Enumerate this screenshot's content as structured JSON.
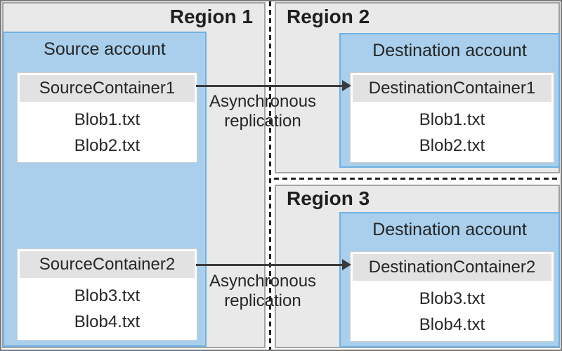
{
  "regions": [
    {
      "label": "Region 1",
      "account": {
        "label": "Source account",
        "containers": [
          {
            "name": "SourceContainer1",
            "blobs": [
              "Blob1.txt",
              "Blob2.txt"
            ]
          },
          {
            "name": "SourceContainer2",
            "blobs": [
              "Blob3.txt",
              "Blob4.txt"
            ]
          }
        ]
      }
    },
    {
      "label": "Region 2",
      "account": {
        "label": "Destination account",
        "containers": [
          {
            "name": "DestinationContainer1",
            "blobs": [
              "Blob1.txt",
              "Blob2.txt"
            ]
          }
        ]
      }
    },
    {
      "label": "Region 3",
      "account": {
        "label": "Destination account",
        "containers": [
          {
            "name": "DestinationContainer2",
            "blobs": [
              "Blob3.txt",
              "Blob4.txt"
            ]
          }
        ]
      }
    }
  ],
  "arrows": [
    {
      "from": "SourceContainer1",
      "to": "DestinationContainer1",
      "label_line1": "Asynchronous",
      "label_line2": "replication"
    },
    {
      "from": "SourceContainer2",
      "to": "DestinationContainer2",
      "label_line1": "Asynchronous",
      "label_line2": "replication"
    }
  ],
  "colors": {
    "region_fill": "#e9e9e9",
    "region_border": "#a3a3a3",
    "account_fill": "#a9cfec",
    "account_border": "#70b2e2",
    "container_fill": "#ffffff",
    "container_border": "#cfcfcf",
    "container_header_fill": "#e2e2e2",
    "arrow_color": "#3b3b3b",
    "divider_color": "#1f1f1f",
    "figure_border": "#7a7a7a",
    "text_color": "#262626"
  }
}
